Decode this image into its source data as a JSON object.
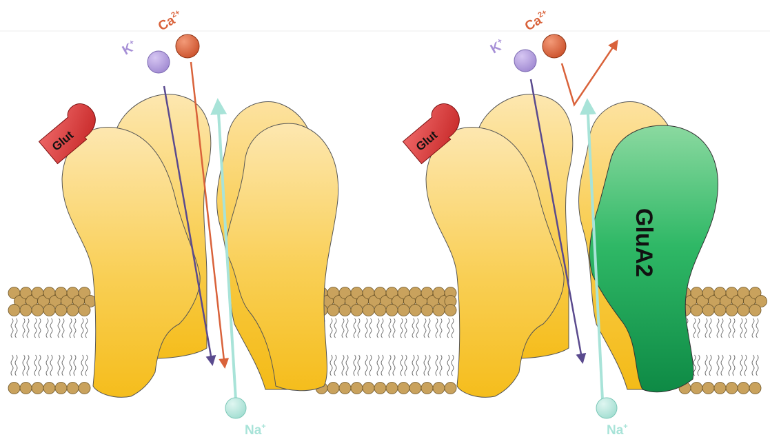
{
  "left_panel": {
    "k_label": "K",
    "k_sup": "+",
    "ca_label": "Ca",
    "ca_sup": "2+",
    "na_label": "Na",
    "na_sup": "+",
    "glut_label": "Glut"
  },
  "right_panel": {
    "k_label": "K",
    "k_sup": "+",
    "ca_label": "Ca",
    "ca_sup": "2+",
    "na_label": "Na",
    "na_sup": "+",
    "glut_label": "Glut",
    "subunit_label": "GluA2"
  },
  "colors": {
    "potassium": "#a68fd6",
    "calcium": "#d9623a",
    "sodium": "#a8e3d8",
    "glutamate": "#e23b3b",
    "receptor": "#f7c63a",
    "gluA2": "#1fae5a",
    "lipid_head": "#c9a25d"
  }
}
